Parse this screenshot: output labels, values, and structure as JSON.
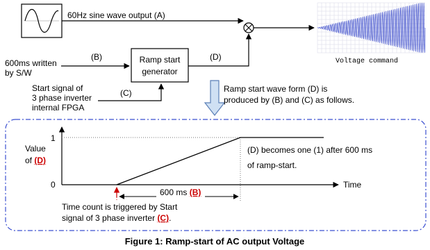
{
  "top": {
    "sine_label": "60Hz sine wave output (A)",
    "voltage_label": "Voltage command",
    "input_b_line1": "600ms written",
    "input_b_line2": "by S/W",
    "label_b": "(B)",
    "label_c": "(C)",
    "label_d": "(D)",
    "box_line1": "Ramp start",
    "box_line2": "generator",
    "start_line1": "Start signal of",
    "start_line2": "3 phase inverter",
    "start_line3": "internal FPGA",
    "note_line1": "Ramp start wave form (D) is",
    "note_line2": "produced by (B) and (C) as follows."
  },
  "graph": {
    "y_label_1": "Value",
    "y_label_2_prefix": "of",
    "y_label_2_ref": "(D)",
    "y_tick_high": "1",
    "y_tick_low": "0",
    "x_label": "Time",
    "duration_prefix": "600 ms",
    "duration_ref": "(B)",
    "note_line1": "(D) becomes one (1) after 600 ms",
    "note_line2": "of ramp-start.",
    "trigger_line1": "Time count is triggered by Start",
    "trigger_line2_prefix": "signal of 3 phase inverter",
    "trigger_line2_ref": "(C)",
    "trigger_line2_suffix": "."
  },
  "caption": "Figure 1: Ramp-start of AC output Voltage",
  "colors": {
    "accent_red": "#cc0000",
    "frame_blue": "#3b4fd0",
    "arrow_fill": "#cfe0f3",
    "arrow_stroke": "#5b7fb6"
  }
}
